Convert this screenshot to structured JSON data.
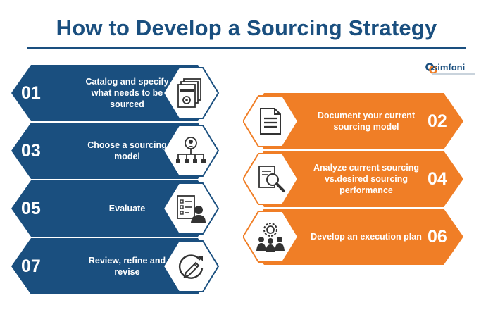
{
  "title": "How to Develop a Sourcing Strategy",
  "brand": {
    "name": "simfoni"
  },
  "colors": {
    "blue": "#1a4f7f",
    "orange": "#f07e26",
    "hex_fill": "#ffffff"
  },
  "steps": [
    {
      "number": "01",
      "text": "Catalog and specify what needs to be sourced",
      "icon": "catalog-documents-icon"
    },
    {
      "number": "02",
      "text": "Document your current sourcing model",
      "icon": "document-icon"
    },
    {
      "number": "03",
      "text": "Choose a sourcing model",
      "icon": "org-chart-person-icon"
    },
    {
      "number": "04",
      "text": "Analyze current sourcing vs.desired sourcing performance",
      "icon": "magnifier-document-icon"
    },
    {
      "number": "05",
      "text": "Evaluate",
      "icon": "checklist-person-icon"
    },
    {
      "number": "06",
      "text": "Develop an execution plan",
      "icon": "gear-team-icon"
    },
    {
      "number": "07",
      "text": "Review, refine and revise",
      "icon": "refresh-pencil-icon"
    }
  ]
}
